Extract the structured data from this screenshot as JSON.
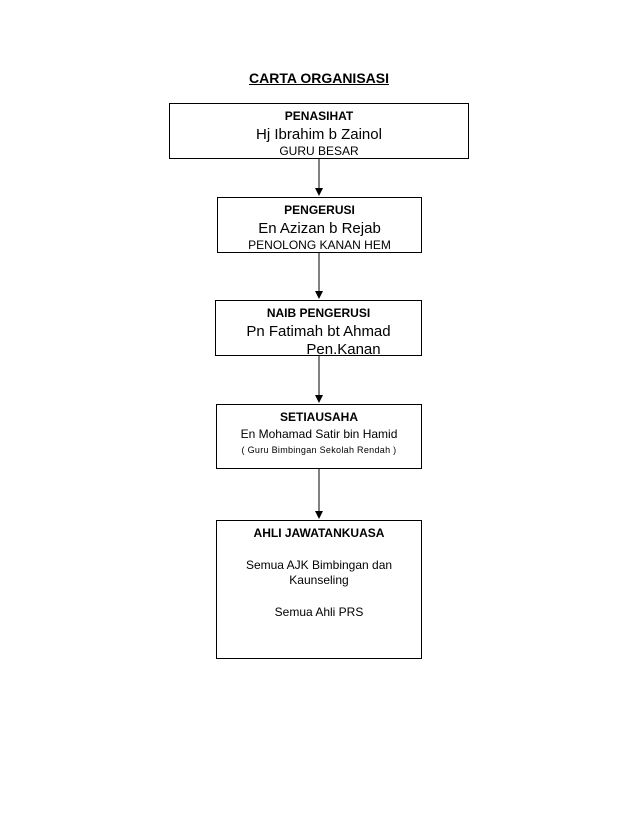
{
  "title": "CARTA ORGANISASI",
  "penasihat": {
    "role": "PENASIHAT",
    "name": "Hj Ibrahim b Zainol",
    "position": "GURU BESAR"
  },
  "pengerusi": {
    "role": "PENGERUSI",
    "name": "En Azizan b Rejab",
    "position": "PENOLONG KANAN HEM"
  },
  "naib_pengerusi": {
    "role": "NAIB PENGERUSI",
    "name": "Pn Fatimah bt Ahmad",
    "position": "Pen.Kanan"
  },
  "setiausaha": {
    "role": "SETIAUSAHA",
    "name": "En Mohamad Satir bin Hamid",
    "position": "( Guru Bimbingan Sekolah Rendah )"
  },
  "ahli_jawatankuasa": {
    "role": "AHLI JAWATANKUASA",
    "line1": "Semua AJK Bimbingan dan",
    "line2": "Kaunseling",
    "line3": "Semua Ahli PRS"
  }
}
